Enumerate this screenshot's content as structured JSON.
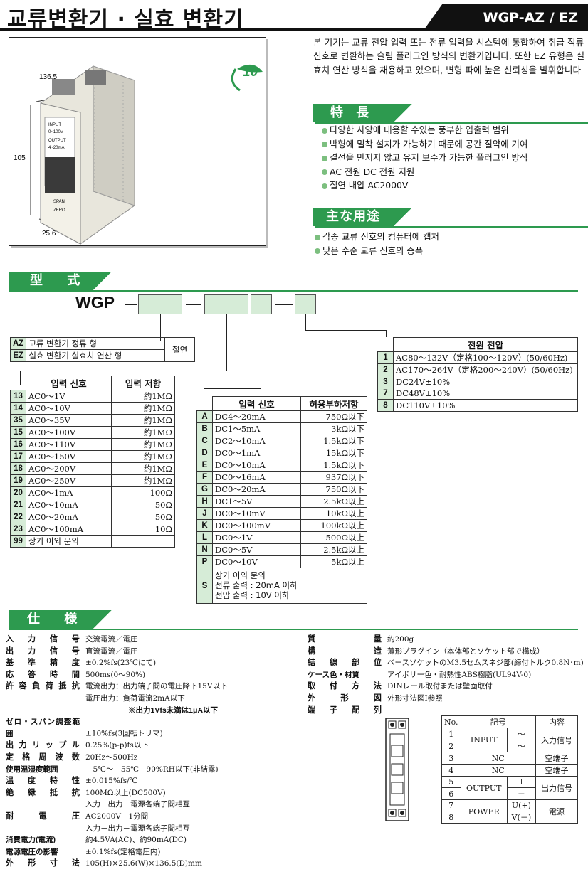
{
  "header": {
    "title": "교류변환기 · 실효 변환기",
    "model": "WGP-AZ / EZ"
  },
  "photo": {
    "dim_depth": "136.5",
    "dim_height": "105",
    "dim_width": "25.6",
    "label_input": "INPUT",
    "label_in_range": "0~100V",
    "label_output": "OUTPUT",
    "label_out_range": "4~20mA",
    "label_span": "SPAN",
    "label_zero": "ZERO",
    "warranty_badge": "10"
  },
  "description": "본 기기는 교류 전압 입력 또는 전류 입력을 시스템에 통합하여 취급 직류 신호로 변환하는 슬림 플러그인 방식의 변환기입니다. 또한 EZ 유형은 실효치 연산 방식을 채용하고 있으며, 변형 파에 높은 신뢰성을 발휘합니다",
  "features": {
    "heading": "特 長",
    "items": [
      "다양한 사양에 대응할 수있는 풍부한 입출력 범위",
      "박형에 밀착 설치가 가능하기 때문에 공간 절약에 기여",
      "결선을 만지지 않고 유지 보수가 가능한 플러그인 방식",
      "AC 전원 DC 전원 지원",
      "절연 내압 AC2000V"
    ]
  },
  "uses": {
    "heading": "主な用途",
    "items": [
      "각종 교류 신호의 컴퓨터에 캡처",
      "낮은 수준 교류 신호의 증폭"
    ]
  },
  "model_section": {
    "heading": "型 式",
    "prefix": "WGP",
    "dash": "—",
    "types": [
      {
        "code": "AZ",
        "name": "교류 변환기 정류 형"
      },
      {
        "code": "EZ",
        "name": "실효 변환기 실효치 연산 형"
      }
    ],
    "isolation": "절연",
    "input_table": {
      "col1": "입력 신호",
      "col2": "입력 저항",
      "rows": [
        [
          "13",
          "AC0～1V",
          "約1MΩ"
        ],
        [
          "14",
          "AC0～10V",
          "約1MΩ"
        ],
        [
          "35",
          "AC0～35V",
          "約1MΩ"
        ],
        [
          "15",
          "AC0～100V",
          "約1MΩ"
        ],
        [
          "16",
          "AC0～110V",
          "約1MΩ"
        ],
        [
          "17",
          "AC0～150V",
          "約1MΩ"
        ],
        [
          "18",
          "AC0～200V",
          "約1MΩ"
        ],
        [
          "19",
          "AC0～250V",
          "約1MΩ"
        ],
        [
          "20",
          "AC0～1mA",
          "100Ω"
        ],
        [
          "21",
          "AC0～10mA",
          "50Ω"
        ],
        [
          "22",
          "AC0～20mA",
          "50Ω"
        ],
        [
          "23",
          "AC0～100mA",
          "10Ω"
        ],
        [
          "99",
          "상기 이외 문의",
          ""
        ]
      ]
    },
    "output_table": {
      "col1": "입력 신호",
      "col2": "허용부하저항",
      "rows": [
        [
          "A",
          "DC4～20mA",
          "750Ω以下"
        ],
        [
          "B",
          "DC1～5mA",
          "3kΩ以下"
        ],
        [
          "C",
          "DC2～10mA",
          "1.5kΩ以下"
        ],
        [
          "D",
          "DC0～1mA",
          "15kΩ以下"
        ],
        [
          "E",
          "DC0～10mA",
          "1.5kΩ以下"
        ],
        [
          "F",
          "DC0～16mA",
          "937Ω以下"
        ],
        [
          "G",
          "DC0～20mA",
          "750Ω以下"
        ],
        [
          "H",
          "DC1～5V",
          "2.5kΩ以上"
        ],
        [
          "J",
          "DC0～10mV",
          "10kΩ以上"
        ],
        [
          "K",
          "DC0～100mV",
          "100kΩ以上"
        ],
        [
          "L",
          "DC0～1V",
          "500Ω以上"
        ],
        [
          "N",
          "DC0～5V",
          "2.5kΩ以上"
        ],
        [
          "P",
          "DC0～10V",
          "5kΩ以上"
        ]
      ],
      "s_code": "S",
      "s_line1": "상기 이외 문의",
      "s_line2": "전류 출력 : 20mA 이하",
      "s_line3": "전압 출력 : 10V 이하"
    },
    "power_table": {
      "col": "전원 전압",
      "rows": [
        [
          "1",
          "AC80～132V（定格100～120V）(50/60Hz)"
        ],
        [
          "2",
          "AC170～264V（定格200～240V）(50/60Hz)"
        ],
        [
          "3",
          "DC24V±10%"
        ],
        [
          "7",
          "DC48V±10%"
        ],
        [
          "8",
          "DC110V±10%"
        ]
      ]
    }
  },
  "spec": {
    "heading": "仕 様",
    "left": [
      [
        "入力信号",
        "交流電流／電圧"
      ],
      [
        "出力信号",
        "直流電流／電圧"
      ],
      [
        "基準精度",
        "±0.2%fs(23℃にて)"
      ],
      [
        "応答時間",
        "500ms(0～90%)"
      ],
      [
        "許容負荷抵抗",
        "電流出力：出力端子間の電圧降下15V以下"
      ],
      [
        "",
        "電圧出力：負荷電流2mA以下"
      ],
      [
        "",
        "※出力1Vfs未満は1μA以下"
      ],
      [
        "ゼロ・スパン調整範囲",
        "±10%fs(3回転トリマ)"
      ],
      [
        "出力リップル",
        "0.25%(p-p)fs以下"
      ],
      [
        "定格周波数",
        "20Hz～500Hz"
      ],
      [
        "使用温湿度範囲",
        "－5℃～＋55℃　90%RH以下(非結露)"
      ],
      [
        "温度特性",
        "±0.015%fs/℃"
      ],
      [
        "絶縁抵抗",
        "100MΩ以上(DC500V)"
      ],
      [
        "",
        "入力－出力－電源各端子間相互"
      ],
      [
        "耐電圧",
        "AC2000V　1分間"
      ],
      [
        "",
        "入力－出力－電源各端子間相互"
      ],
      [
        "消費電力(電流)",
        "約4.5VA(AC)、約90mA(DC)"
      ],
      [
        "電源電圧の影響",
        "±0.1%fs(定格電圧内)"
      ],
      [
        "外形寸法",
        "105(H)×25.6(W)×136.5(D)mm"
      ]
    ],
    "right": [
      [
        "質量",
        "約200g"
      ],
      [
        "構造",
        "薄形プラグイン（本体部とソケット部で構成）"
      ],
      [
        "結線部位",
        "ベースソケットのM3.5セムスネジ部(締付トルク0.8N･m)"
      ],
      [
        "ケース色・材質",
        "アイボリー色・耐熱性ABS樹脂(UL94V-0)"
      ],
      [
        "取付方法",
        "DINレール取付または壁面取付"
      ],
      [
        "外形図",
        "外形寸法図Ⅰ参照"
      ],
      [
        "端子配列",
        ""
      ]
    ],
    "terminal": {
      "h_no": "No.",
      "h_sym": "記号",
      "h_content": "内容",
      "rows": [
        [
          "1",
          "INPUT",
          "～",
          "入力信号"
        ],
        [
          "2",
          "",
          "～",
          ""
        ],
        [
          "3",
          "NC",
          "",
          "空端子"
        ],
        [
          "4",
          "NC",
          "",
          "空端子"
        ],
        [
          "5",
          "OUTPUT",
          "+",
          "出力信号"
        ],
        [
          "6",
          "",
          "－",
          ""
        ],
        [
          "7",
          "POWER",
          "U(+)",
          "電源"
        ],
        [
          "8",
          "",
          "V(－)",
          ""
        ]
      ]
    }
  },
  "colors": {
    "green": "#2d9a4f",
    "light_green": "#d6ecd7"
  }
}
